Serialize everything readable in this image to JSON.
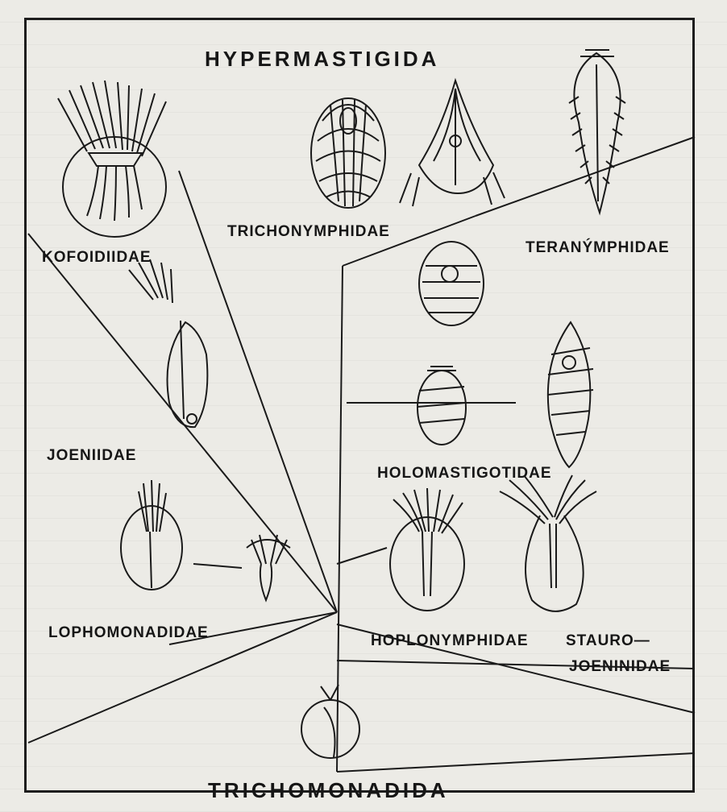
{
  "labels": {
    "hypermastigida": "HYPERMASTIGIDA",
    "trichomonadida": "TRICHOMONADIDA",
    "trichonymphidae": "TRICHONYMPHIDAE",
    "kofoidiidae": "KOFOIDIIDAE",
    "teranymphidae": "TERANÝMPHIDAE",
    "joeniidae": "JOENIIDAE",
    "holomastigotidae": "HOLOMASTIGOTIDAE",
    "lophomonadidae": "LOPHOMONADIDAE",
    "hoplonymphidae": "HOPLONYMPHIDAE",
    "staurojoeninidae_1": "STAURO—",
    "staurojoeninidae_2": "JOENINIDAE"
  },
  "colors": {
    "ink": "#1a1a1a",
    "paper": "#ecebe6"
  }
}
